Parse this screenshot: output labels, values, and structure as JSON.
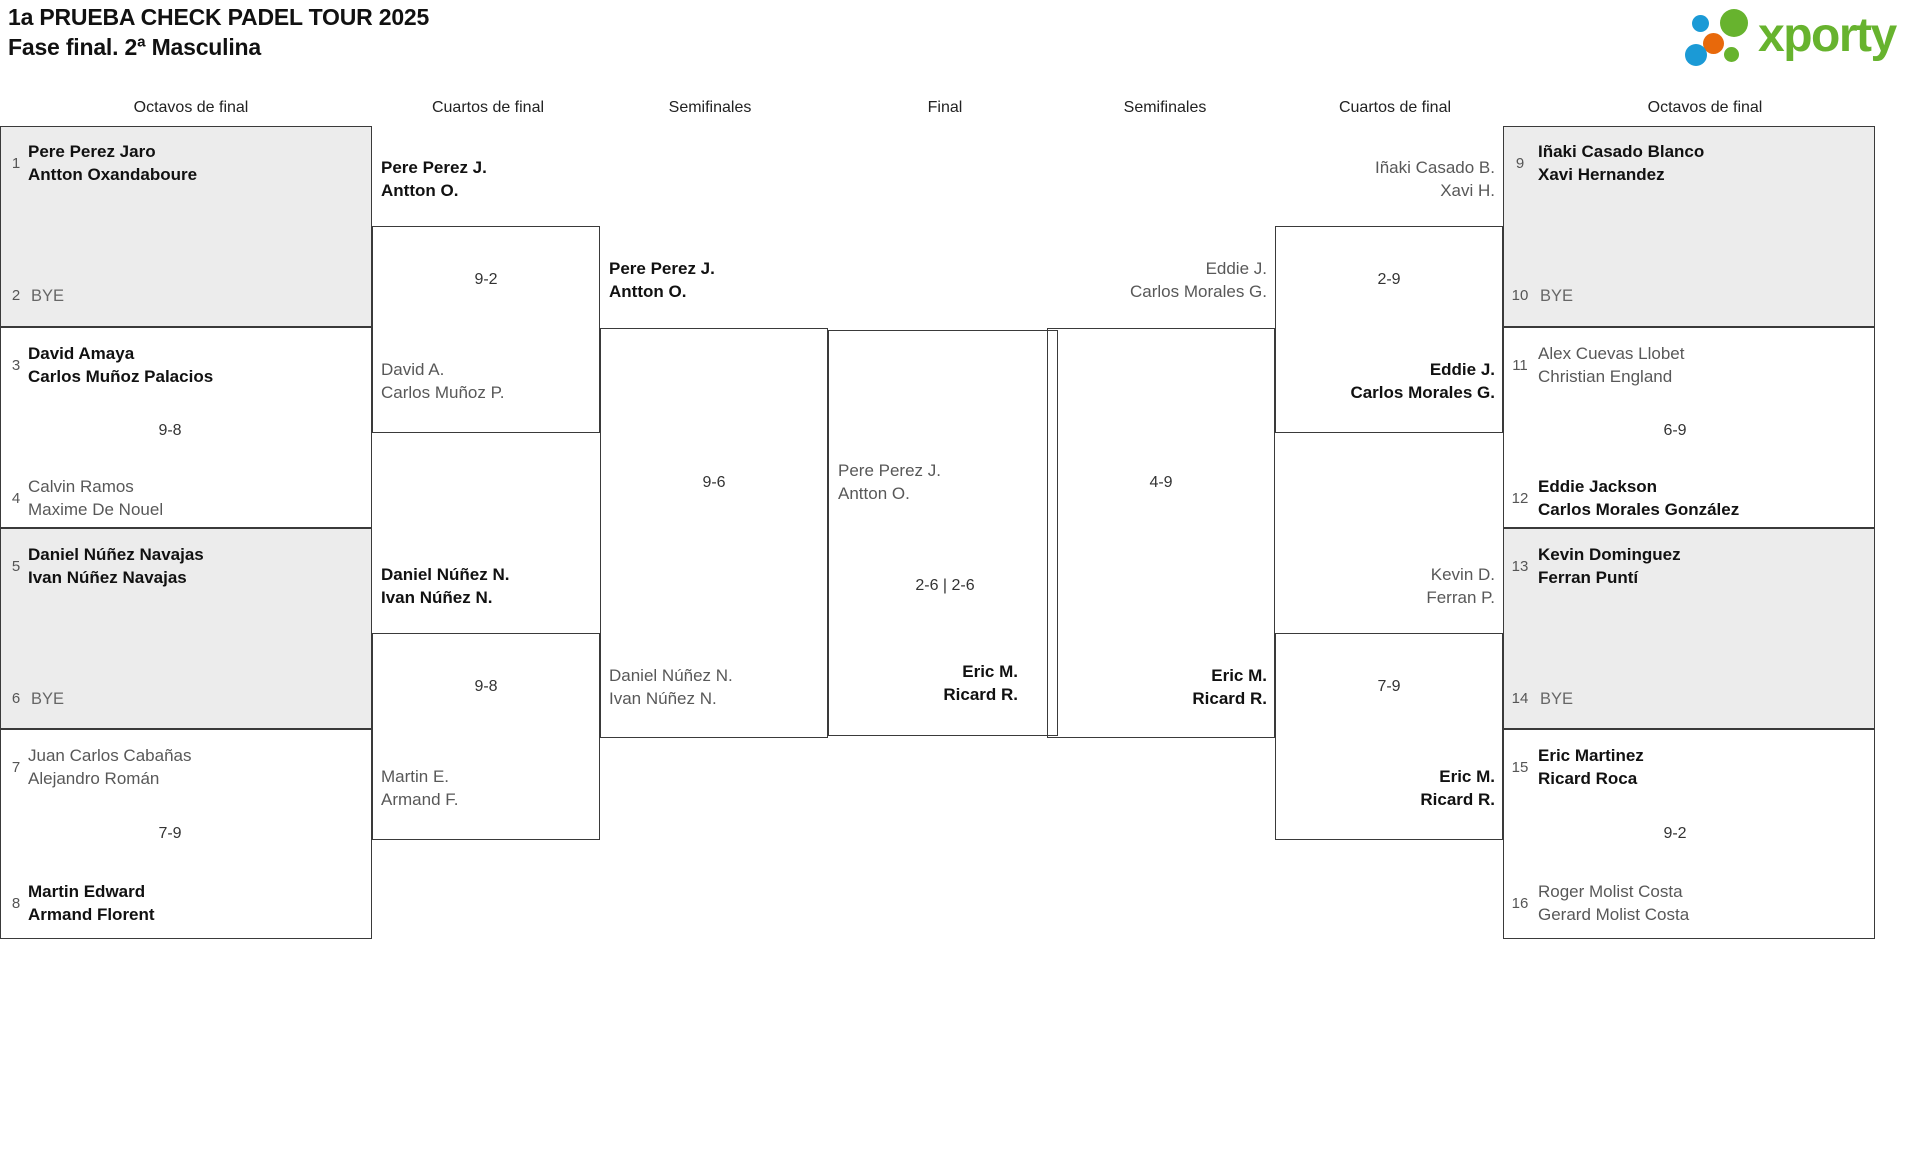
{
  "header": {
    "title_line1": "1a PRUEBA CHECK PADEL TOUR 2025",
    "title_line2": "Fase final. 2ª Masculina",
    "logo_text": "xporty",
    "logo_colors": {
      "green": "#67b32e",
      "blue": "#1b9ad6",
      "orange": "#e8690b"
    }
  },
  "round_headers": {
    "r1_left": "Octavos de final",
    "r2_left": "Cuartos de final",
    "r3_left": "Semifinales",
    "final": "Final",
    "r3_right": "Semifinales",
    "r2_right": "Cuartos de final",
    "r1_right": "Octavos de final"
  },
  "left": {
    "octavos": [
      {
        "seed_top": "1",
        "top_players": "Pere Perez Jaro\nAntton Oxandaboure",
        "top_line1": "Pere Perez Jaro",
        "top_line2": "Antton Oxandaboure",
        "top_state": "win",
        "seed_bottom": "2",
        "bottom_line1": "BYE",
        "bottom_line2": "",
        "bottom_state": "bye",
        "score": "",
        "shaded": true
      },
      {
        "seed_top": "3",
        "top_line1": "David Amaya",
        "top_line2": "Carlos Muñoz Palacios",
        "top_state": "win",
        "seed_bottom": "4",
        "bottom_line1": "Calvin Ramos",
        "bottom_line2": "Maxime De Nouel",
        "bottom_state": "lose",
        "score": "9-8",
        "shaded": false
      },
      {
        "seed_top": "5",
        "top_line1": "Daniel Núñez Navajas",
        "top_line2": "Ivan Núñez Navajas",
        "top_state": "win",
        "seed_bottom": "6",
        "bottom_line1": "BYE",
        "bottom_line2": "",
        "bottom_state": "bye",
        "score": "",
        "shaded": true
      },
      {
        "seed_top": "7",
        "top_line1": "Juan Carlos Cabañas",
        "top_line2": "Alejandro Román",
        "top_state": "lose",
        "seed_bottom": "8",
        "bottom_line1": "Martin Edward",
        "bottom_line2": "Armand Florent",
        "bottom_state": "win",
        "score": "7-9",
        "shaded": false
      }
    ],
    "cuartos": [
      {
        "top_line1": "Pere Perez J.",
        "top_line2": "Antton O.",
        "top_state": "win",
        "bottom_line1": "David A.",
        "bottom_line2": "Carlos Muñoz P.",
        "bottom_state": "lose",
        "score": "9-2"
      },
      {
        "top_line1": "Daniel Núñez N.",
        "top_line2": "Ivan Núñez N.",
        "top_state": "win",
        "bottom_line1": "Martin E.",
        "bottom_line2": "Armand F.",
        "bottom_state": "lose",
        "score": "9-8"
      }
    ],
    "semifinal": {
      "top_line1": "Pere Perez J.",
      "top_line2": "Antton O.",
      "top_state": "win",
      "bottom_line1": "Daniel Núñez N.",
      "bottom_line2": "Ivan Núñez N.",
      "bottom_state": "lose",
      "score": "9-6"
    }
  },
  "final_match": {
    "top_line1": "Pere Perez J.",
    "top_line2": "Antton O.",
    "top_state": "lose",
    "bottom_line1": "Eric M.",
    "bottom_line2": "Ricard R.",
    "bottom_state": "win",
    "score": "2-6 | 2-6"
  },
  "right": {
    "octavos": [
      {
        "seed_top": "9",
        "top_line1": "Iñaki Casado Blanco",
        "top_line2": "Xavi Hernandez",
        "top_state": "win",
        "seed_bottom": "10",
        "bottom_line1": "BYE",
        "bottom_line2": "",
        "bottom_state": "bye",
        "score": "",
        "shaded": true
      },
      {
        "seed_top": "11",
        "top_line1": "Alex Cuevas Llobet",
        "top_line2": "Christian England",
        "top_state": "lose",
        "seed_bottom": "12",
        "bottom_line1": "Eddie Jackson",
        "bottom_line2": "Carlos Morales González",
        "bottom_state": "win",
        "score": "6-9",
        "shaded": false
      },
      {
        "seed_top": "13",
        "top_line1": "Kevin Dominguez",
        "top_line2": "Ferran Puntí",
        "top_state": "win",
        "seed_bottom": "14",
        "bottom_line1": "BYE",
        "bottom_line2": "",
        "bottom_state": "bye",
        "score": "",
        "shaded": true
      },
      {
        "seed_top": "15",
        "top_line1": "Eric Martinez",
        "top_line2": "Ricard Roca",
        "top_state": "win",
        "seed_bottom": "16",
        "bottom_line1": "Roger Molist Costa",
        "bottom_line2": "Gerard Molist Costa",
        "bottom_state": "lose",
        "score": "9-2"
      }
    ],
    "cuartos": [
      {
        "top_line1": "Iñaki Casado B.",
        "top_line2": "Xavi H.",
        "top_state": "lose",
        "bottom_line1": "Eddie J.",
        "bottom_line2": "Carlos Morales G.",
        "bottom_state": "win",
        "score": "2-9"
      },
      {
        "top_line1": "Kevin D.",
        "top_line2": "Ferran P.",
        "top_state": "lose",
        "bottom_line1": "Eric M.",
        "bottom_line2": "Ricard R.",
        "bottom_state": "win",
        "score": "7-9"
      }
    ],
    "semifinal": {
      "top_line1": "Eddie J.",
      "top_line2": "Carlos Morales G.",
      "top_state": "lose",
      "bottom_line1": "Eric M.",
      "bottom_line2": "Ricard R.",
      "bottom_state": "win",
      "score": "4-9"
    }
  }
}
